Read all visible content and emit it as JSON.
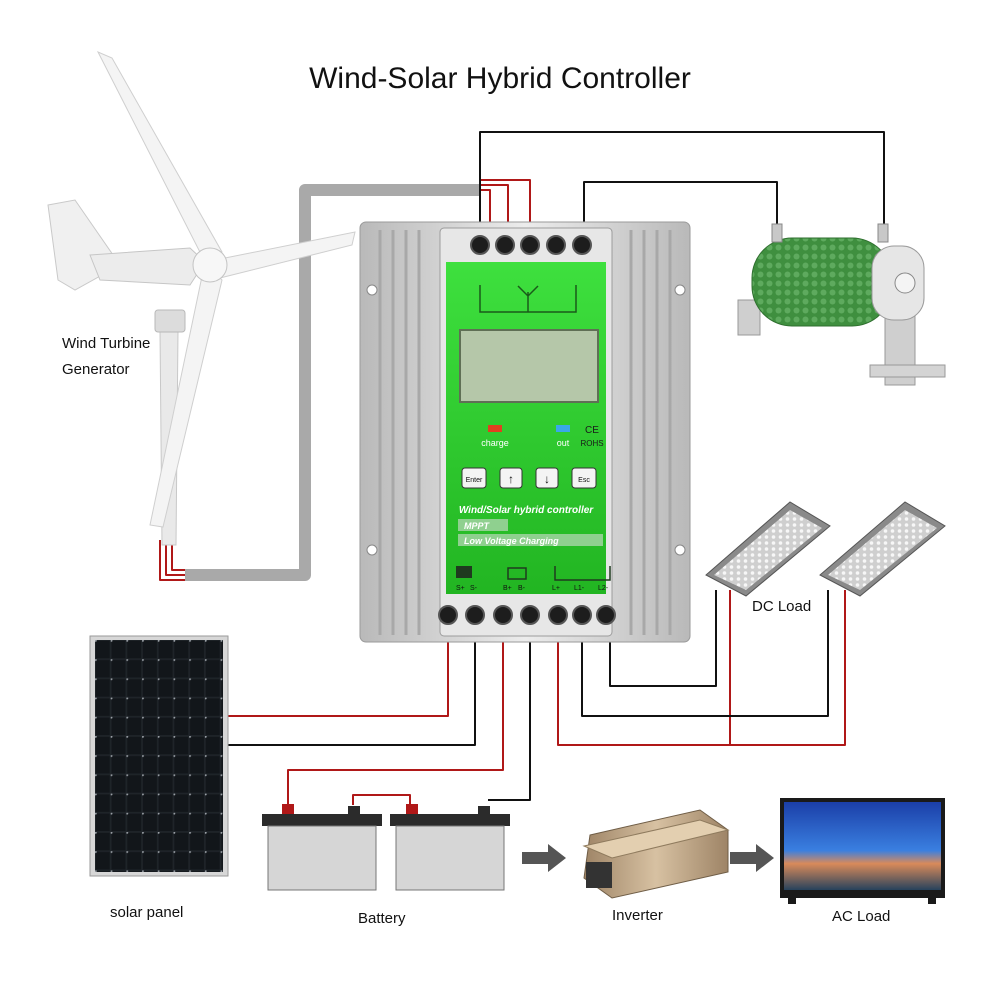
{
  "title": "Wind-Solar Hybrid Controller",
  "labels": {
    "wind_turbine_line1": "Wind Turbine",
    "wind_turbine_line2": "Generator",
    "dc_load": "DC Load",
    "solar_panel": "solar panel",
    "battery": "Battery",
    "inverter": "Inverter",
    "ac_load": "AC Load"
  },
  "controller": {
    "indicator_charge": "charge",
    "indicator_out": "out",
    "cert_ce": "CE",
    "cert_rohs": "ROHS",
    "btn_enter": "Enter",
    "btn_up": "↑",
    "btn_down": "↓",
    "btn_esc": "Esc",
    "brand_line": "Wind/Solar hybrid controller",
    "feature_mppt": "MPPT",
    "feature_lvc": "Low Voltage Charging",
    "terminal_labels": [
      "S+",
      "S-",
      "B+",
      "B-",
      "L+",
      "L1-",
      "L2-"
    ]
  },
  "colors": {
    "controller_green": "#2fcf2f",
    "housing": "#d8d8d8",
    "wire_red": "#b01818",
    "wire_black": "#111111",
    "resistor_green": "#3f8f3f"
  }
}
